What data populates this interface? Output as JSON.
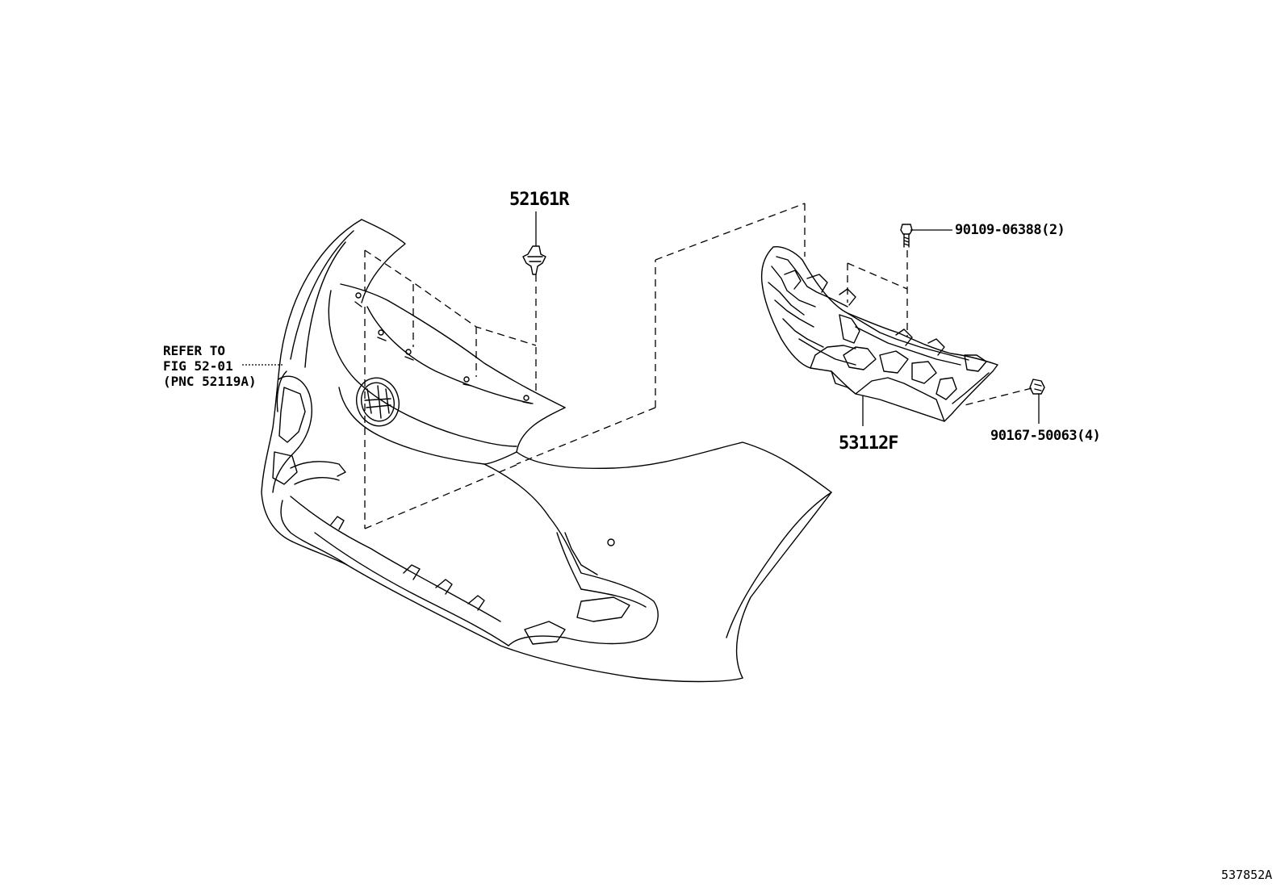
{
  "labels": {
    "part_52161R": "52161R",
    "part_53112F": "53112F",
    "bolt_90109": "90109-06388(2)",
    "clip_90167": "90167-50063(4)",
    "refer_line1": "REFER TO",
    "refer_line2": "FIG 52-01",
    "refer_line3": "(PNC 52119A)",
    "figure_code": "537852A"
  }
}
